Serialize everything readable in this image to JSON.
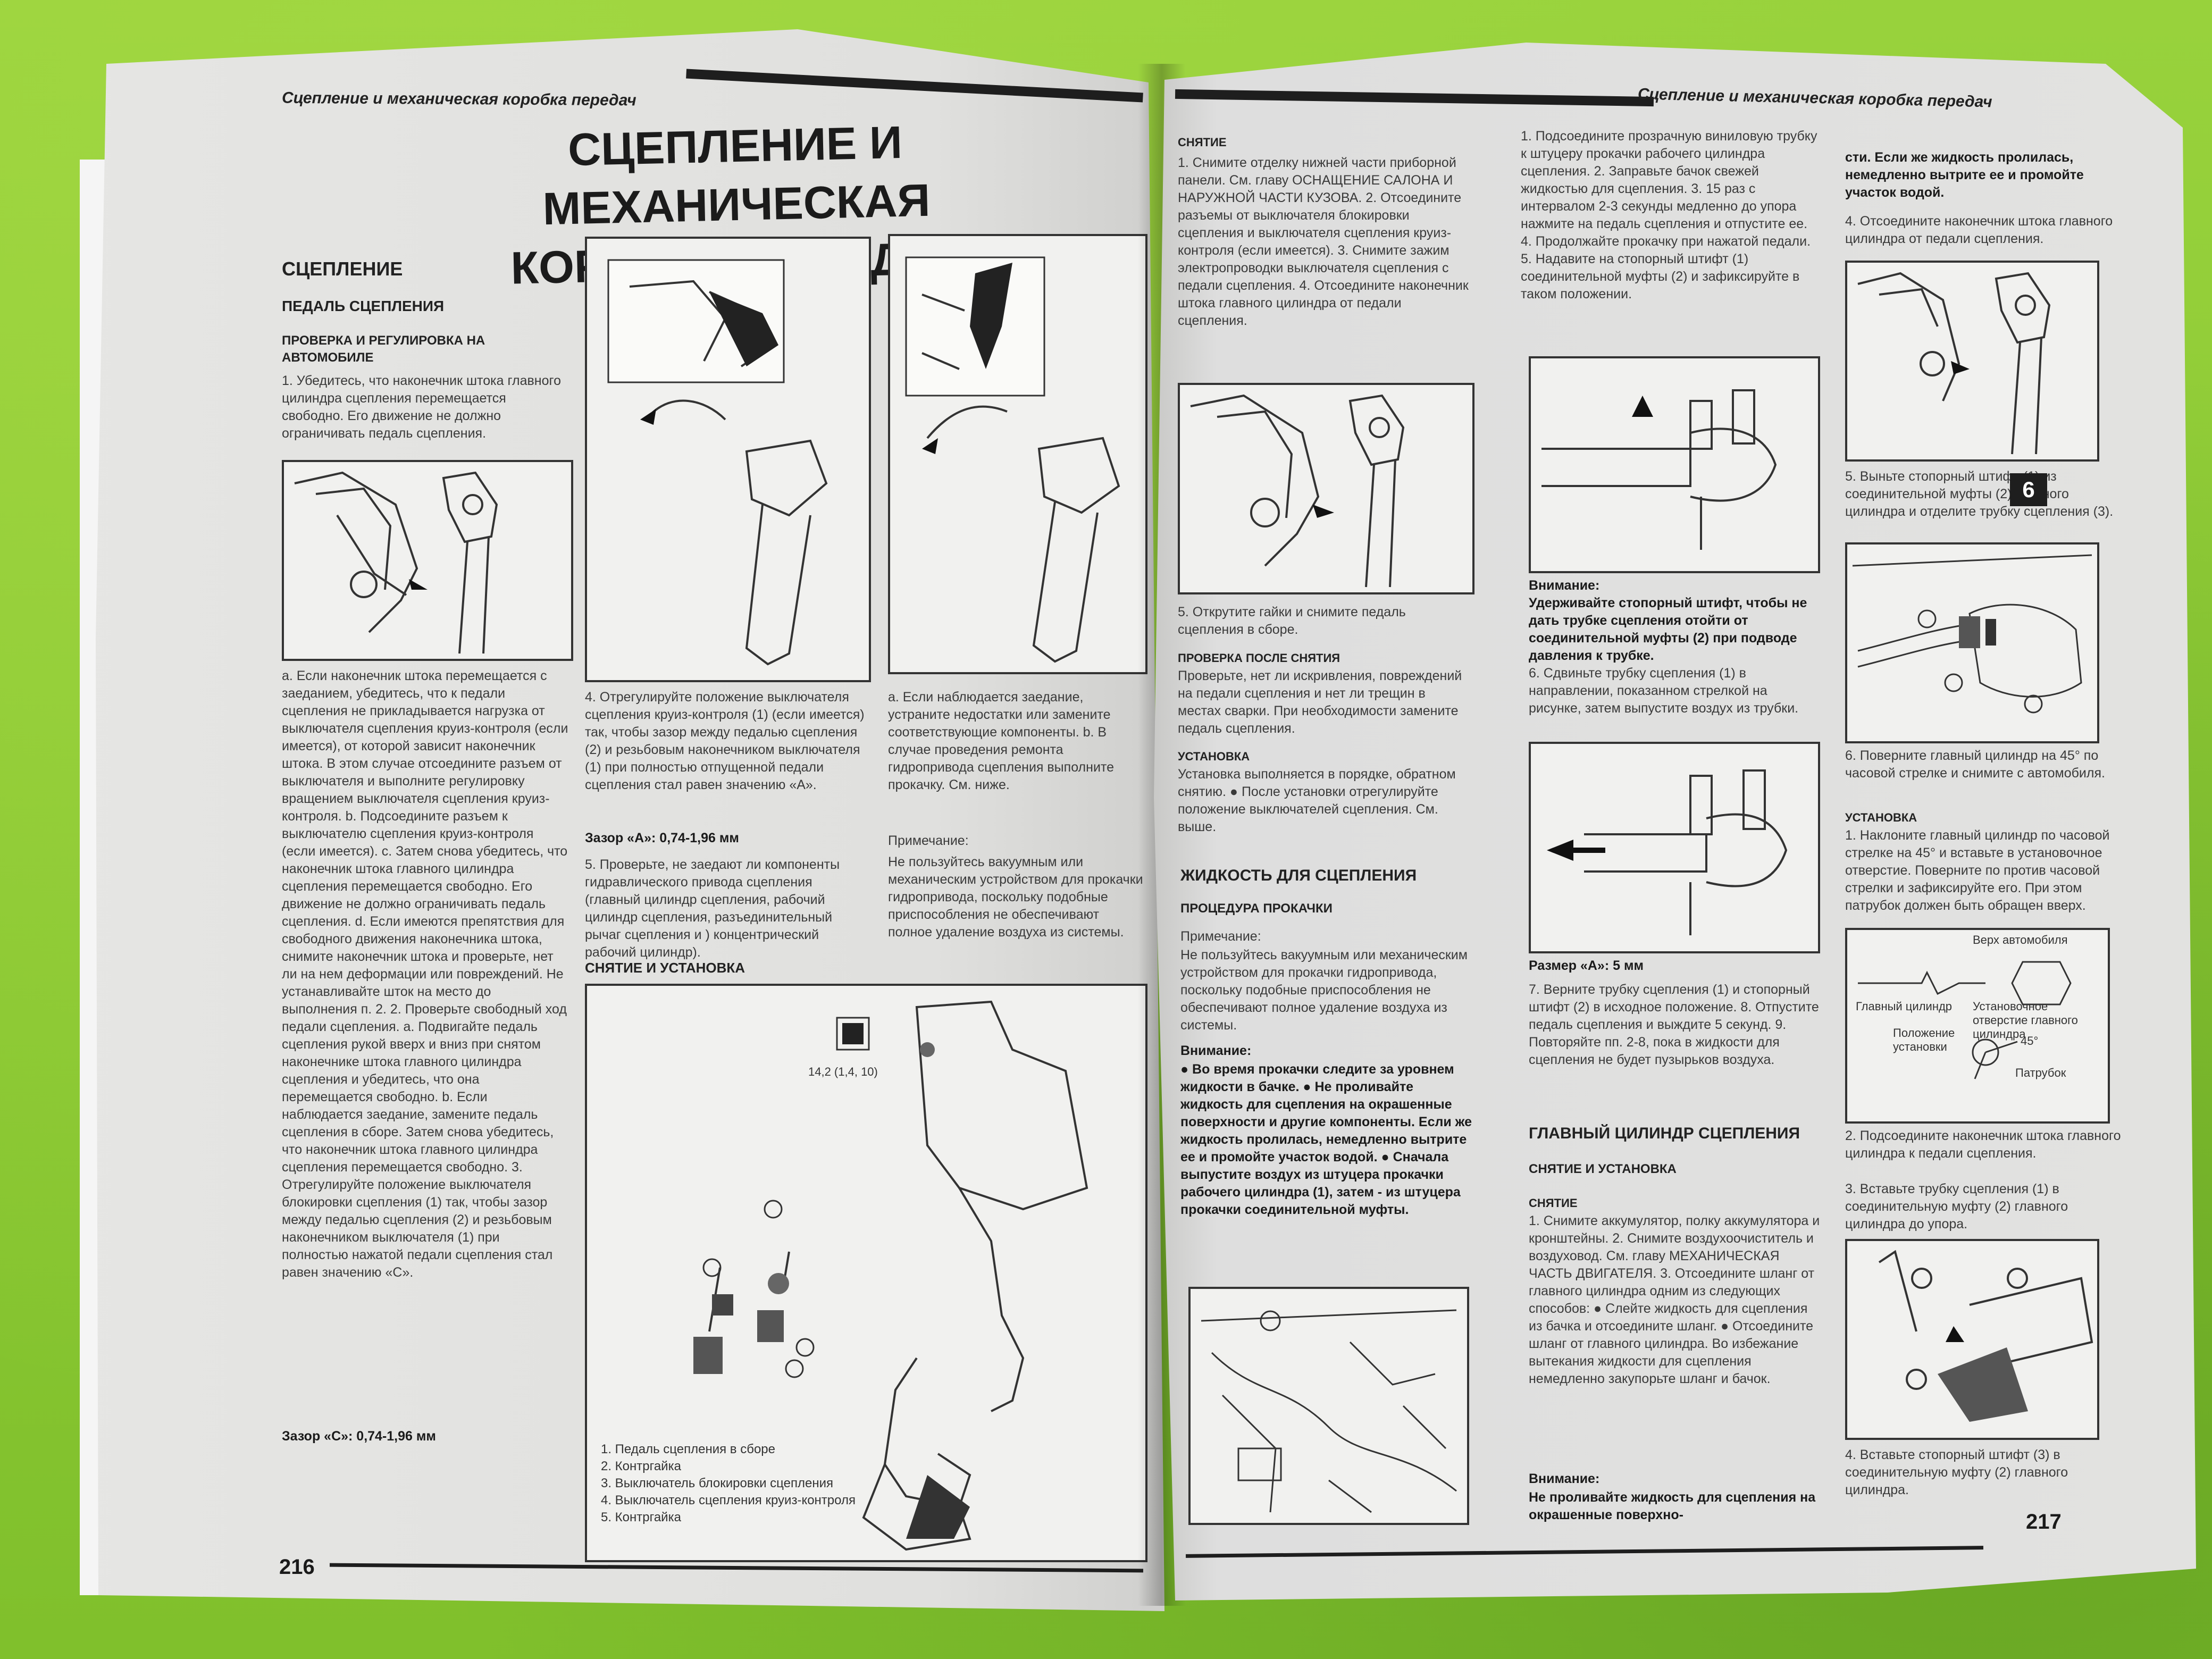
{
  "left_page": {
    "running_head": "Сцепление и механическая коробка передач",
    "title_line1": "СЦЕПЛЕНИЕ И МЕХАНИЧЕСКАЯ",
    "title_line2": "КОРОБКА ПЕРЕДАЧ",
    "section": "СЦЕПЛЕНИЕ",
    "subsection": "ПЕДАЛЬ СЦЕПЛЕНИЯ",
    "subsubsection": "ПРОВЕРКА И РЕГУЛИРОВКА НА АВТОМОБИЛЕ",
    "col1_intro": "1. Убедитесь, что наконечник штока главного цилиндра сцепления перемещается свободно. Его движение не должно ограничивать педаль сцепления.",
    "col1_body": "a. Если наконечник штока перемещается с заеданием, убедитесь, что к педали сцепления не прикладывается нагрузка от выключателя сцепления круиз-контроля (если имеется), от которой зависит наконечник штока. В этом случае отсоедините разъем от выключателя и выполните регулировку вращением выключателя сцепления круиз-контроля. b. Подсоедините разъем к выключателю сцепления круиз-контроля (если имеется). c. Затем снова убедитесь, что наконечник штока главного цилиндра сцепления перемещается свободно. Его движение не должно ограничивать педаль сцепления. d. Если имеются препятствия для свободного движения наконечника штока, снимите наконечник штока и проверьте, нет ли на нем деформации или повреждений. Не устанавливайте шток на место до выполнения п. 2. 2. Проверьте свободный ход педали сцепления. a. Подвигайте педаль сцепления рукой вверх и вниз при снятом наконечнике штока главного цилиндра сцепления и убедитесь, что она перемещается свободно. b. Если наблюдается заедание, замените педаль сцепления в сборе. Затем снова убедитесь, что наконечник штока главного цилиндра сцепления перемещается свободно. 3. Отрегулируйте положение выключателя блокировки сцепления (1) так, чтобы зазор между педалью сцепления (2) и резьбовым наконечником выключателя (1) при полностью нажатой педали сцепления стал равен значению «C».",
    "col1_gap": "Зазор «C»: 0,74-1,96 мм",
    "col2_body": "4. Отрегулируйте положение выключателя сцепления круиз-контроля (1) (если имеется) так, чтобы зазор между педалью сцепления (2) и резьбовым наконечником выключателя (1) при полностью отпущенной педали сцепления стал равен значению «A».",
    "col2_gap": "Зазор «A»: 0,74-1,96 мм",
    "col2_body2": "5. Проверьте, не заедают ли компоненты гидравлического привода сцепления (главный цилиндр сцепления, рабочий цилиндр сцепления, разъединительный рычаг сцепления и ) концентрический рабочий цилиндр).",
    "col3_body": "a. Если наблюдается заедание, устраните недостатки или замените соответствующие компоненты. b. В случае проведения ремонта гидропривода сцепления выполните прокачку. См. ниже.",
    "col3_note_head": "Примечание:",
    "col3_note": "Не пользуйтесь вакуумным или механическим устройством для прокачки гидропривода, поскольку подобные приспособления не обеспечивают полное удаление воздуха из системы.",
    "removal_head": "СНЯТИЕ И УСТАНОВКА",
    "torque": "14,2 (1,4, 10)",
    "legend": [
      "1. Педаль сцепления в сборе",
      "2. Контргайка",
      "3. Выключатель блокировки сцепления",
      "4. Выключатель сцепления круиз-контроля",
      "5. Контргайка"
    ],
    "page_number": "216"
  },
  "right_page": {
    "running_head": "Сцепление и механическая коробка передач",
    "removal_head": "СНЯТИЕ",
    "col1_body": "1. Снимите отделку нижней части приборной панели. См. главу ОСНАЩЕНИЕ САЛОНА И НАРУЖНОЙ ЧАСТИ КУЗОВА. 2. Отсоедините разъемы от выключателя блокировки сцепления и выключателя сцепления круиз-контроля (если имеется). 3. Снимите зажим электропроводки выключателя сцепления с педали сцепления. 4. Отсоедините наконечник штока главного цилиндра от педали сцепления.",
    "col1_step5": "5. Открутите гайки и снимите педаль сцепления в сборе.",
    "check_head": "ПРОВЕРКА ПОСЛЕ СНЯТИЯ",
    "check_body": "Проверьте, нет ли искривления, повреждений на педали сцепления и нет ли трещин в местах сварки. При необходимости замените педаль сцепления.",
    "install_head": "УСТАНОВКА",
    "install_body": "Установка выполняется в порядке, обратном снятию. ● После установки отрегулируйте положение выключателей сцепления. См. выше.",
    "fluid_head": "ЖИДКОСТЬ ДЛЯ СЦЕПЛЕНИЯ",
    "bleed_head": "ПРОЦЕДУРА ПРОКАЧКИ",
    "bleed_note_head": "Примечание:",
    "bleed_note": "Не пользуйтесь вакуумным или механическим устройством для прокачки гидропривода, поскольку подобные приспособления не обеспечивают полное удаление воздуха из системы.",
    "attention_head": "Внимание:",
    "attention_body": "● Во время прокачки следите за уровнем жидкости в бачке. ● Не проливайте жидкость для сцепления на окрашенные поверхности и другие компоненты. Если же жидкость пролилась, немедленно вытрите ее и промойте участок водой. ● Сначала выпустите воздух из штуцера прокачки рабочего цилиндра (1), затем - из штуцера прокачки соединительной муфты.",
    "col2_body": "1. Подсоедините прозрачную виниловую трубку к штуцеру прокачки рабочего цилиндра сцепления. 2. Заправьте бачок свежей жидкостью для сцепления. 3. 15 раз с интервалом 2-3 секунды медленно до упора нажмите на педаль сцепления и отпустите ее. 4. Продолжайте прокачку при нажатой педали. 5. Надавите на стопорный штифт (1) соединительной муфты (2) и зафиксируйте в таком положении.",
    "attention2_head": "Внимание:",
    "attention2_body": "Удерживайте стопорный штифт, чтобы не дать трубке сцепления отойти от соединительной муфты (2) при подводе давления к трубке.",
    "col2_step6": "6. Сдвиньте трубку сцепления (1) в направлении, показанном стрелкой на рисунке, затем выпустите воздух из трубки.",
    "size_a": "Размер «A»: 5 мм",
    "col2_steps": "7. Верните трубку сцепления (1) и стопорный штифт (2) в исходное положение. 8. Отпустите педаль сцепления и выждите 5 секунд. 9. Повторяйте пп. 2-8, пока в жидкости для сцепления не будет пузырьков воздуха.",
    "master_head": "ГЛАВНЫЙ ЦИЛИНДР СЦЕПЛЕНИЯ",
    "master_sub": "СНЯТИЕ И УСТАНОВКА",
    "master_removal": "СНЯТИЕ",
    "master_body": "1. Снимите аккумулятор, полку аккумулятора и кронштейны. 2. Снимите воздухоочиститель и воздуховод. См. главу МЕХАНИЧЕСКАЯ ЧАСТЬ ДВИГАТЕЛЯ. 3. Отсоедините шланг от главного цилиндра одним из следующих способов: ● Слейте жидкость для сцепления из бачка и отсоедините шланг. ● Отсоедините шланг от главного цилиндра. Во избежание вытекания жидкости для сцепления немедленно закупорьте шланг и бачок.",
    "attention3_head": "Внимание:",
    "attention3_body": "Не проливайте жидкость для сцепления на окрашенные поверхно-",
    "col3_top": "сти. Если же жидкость пролилась, немедленно вытрите ее и промойте участок водой.",
    "col3_step4": "4. Отсоедините наконечник штока главного цилиндра от педали сцепления.",
    "col3_step5": "5. Выньте стопорный штифт (1) из соединительной муфты (2) главного цилиндра и отделите трубку сцепления (3).",
    "col3_step6": "6. Поверните главный цилиндр на 45° по часовой стрелке и снимите с автомобиля.",
    "col3_install": "1. Наклоните главный цилиндр по часовой стрелке на 45° и вставьте в установочное отверстие. Поверните по против часовой стрелки и зафиксируйте его. При этом патрубок должен быть обращен вверх.",
    "fig_labels": [
      "Верх автомобиля",
      "Главный цилиндр",
      "Установочное отверстие главного цилиндра",
      "Положение установки",
      "45°",
      "Патрубок"
    ],
    "col3_step2": "2. Подсоедините наконечник штока главного цилиндра к педали сцепления.",
    "col3_step3": "3. Вставьте трубку сцепления (1) в соединительную муфту (2) главного цилиндра до упора.",
    "col3_step4b": "4. Вставьте стопорный штифт (3) в соединительную муфту (2) главного цилиндра.",
    "tab": "6",
    "page_number": "217"
  }
}
